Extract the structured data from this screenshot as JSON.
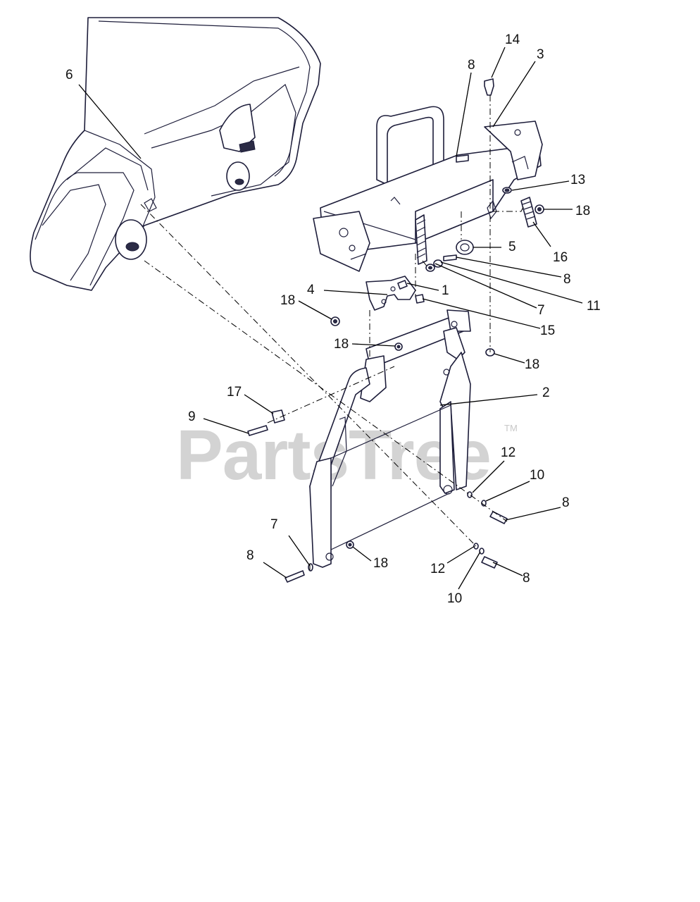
{
  "diagram": {
    "watermark": "PartsTree",
    "watermark_tm": "TM",
    "callouts": {
      "c14": "14",
      "c3": "3",
      "c8a": "8",
      "c6": "6",
      "c13": "13",
      "c18a": "18",
      "c5": "5",
      "c16": "16",
      "c8b": "8",
      "c4": "4",
      "c1": "1",
      "c18b": "18",
      "c7a": "7",
      "c11": "11",
      "c15": "15",
      "c18c": "18",
      "c18d": "18",
      "c2": "2",
      "c17": "17",
      "c9": "9",
      "c12a": "12",
      "c10a": "10",
      "c8c": "8",
      "c7b": "7",
      "c18e": "18",
      "c8d": "8",
      "c12b": "12",
      "c8e": "8",
      "c10b": "10"
    }
  }
}
